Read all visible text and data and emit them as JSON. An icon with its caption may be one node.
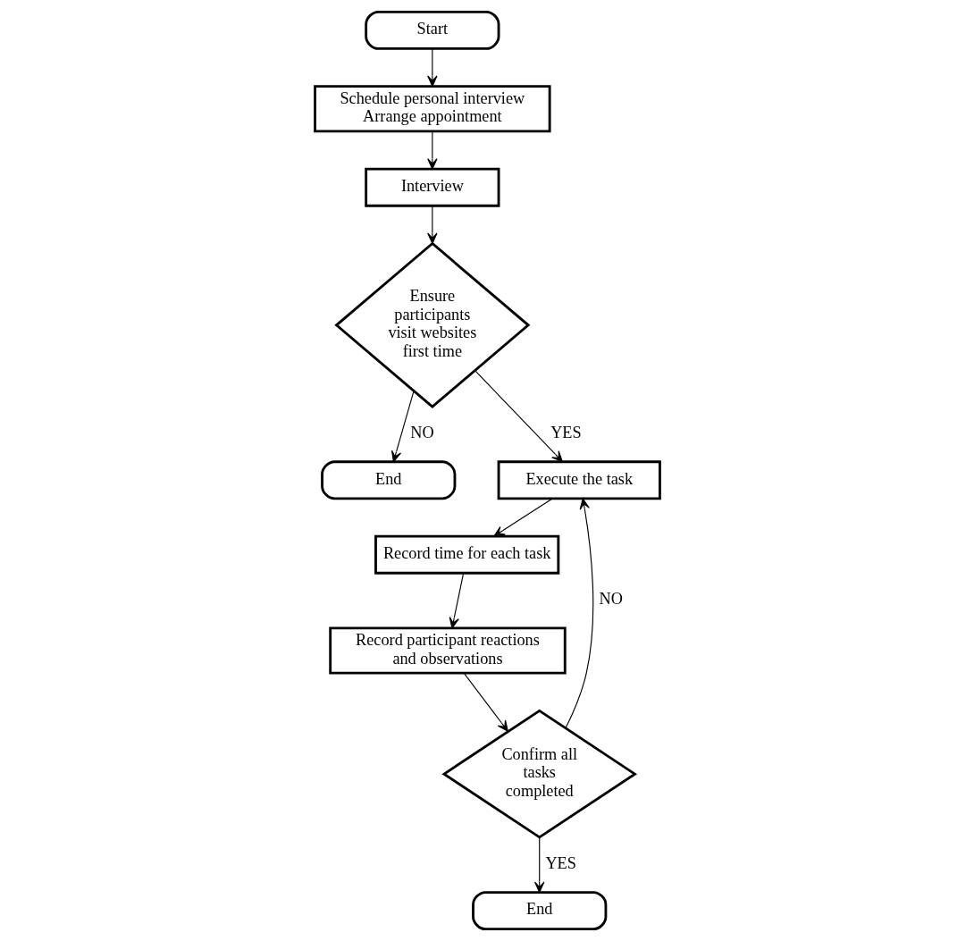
{
  "diagram": {
    "nodes": [
      {
        "text": [
          "Start"
        ]
      },
      {
        "text": [
          "Schedule personal interview Arrange appointment"
        ]
      },
      {
        "text": [
          "Interview"
        ]
      },
      {
        "text": [
          "Ensure participants visit websites first time"
        ]
      },
      {
        "text": [
          "End"
        ]
      },
      {
        "text": [
          "Execute the task"
        ]
      },
      {
        "text": [
          "Record time for each task"
        ]
      },
      {
        "text": [
          "Record participant reactions and observations"
        ]
      },
      {
        "text": [
          "Confirm all tasks completed"
        ]
      },
      {
        "text": [
          "End"
        ]
      }
    ],
    "edges": [
      {
        "from": 0,
        "to": 1,
        "arrow": "to"
      },
      {
        "from": 1,
        "to": 2,
        "arrow": "to"
      },
      {
        "from": 2,
        "to": 3,
        "arrow": "to"
      },
      {
        "from": 3,
        "to": 4,
        "arrow": "to",
        "label": "NO"
      },
      {
        "from": 3,
        "to": 5,
        "arrow": "to",
        "label": "YES"
      },
      {
        "from": 5,
        "to": 6,
        "arrow": "to"
      },
      {
        "from": 6,
        "to": 7,
        "arrow": "to"
      },
      {
        "from": 7,
        "to": 8,
        "arrow": "to"
      },
      {
        "from": 8,
        "to": 9,
        "arrow": "to",
        "label": "YES"
      },
      {
        "from": 8,
        "to": 5,
        "arrow": "to",
        "label": "NO"
      }
    ]
  }
}
